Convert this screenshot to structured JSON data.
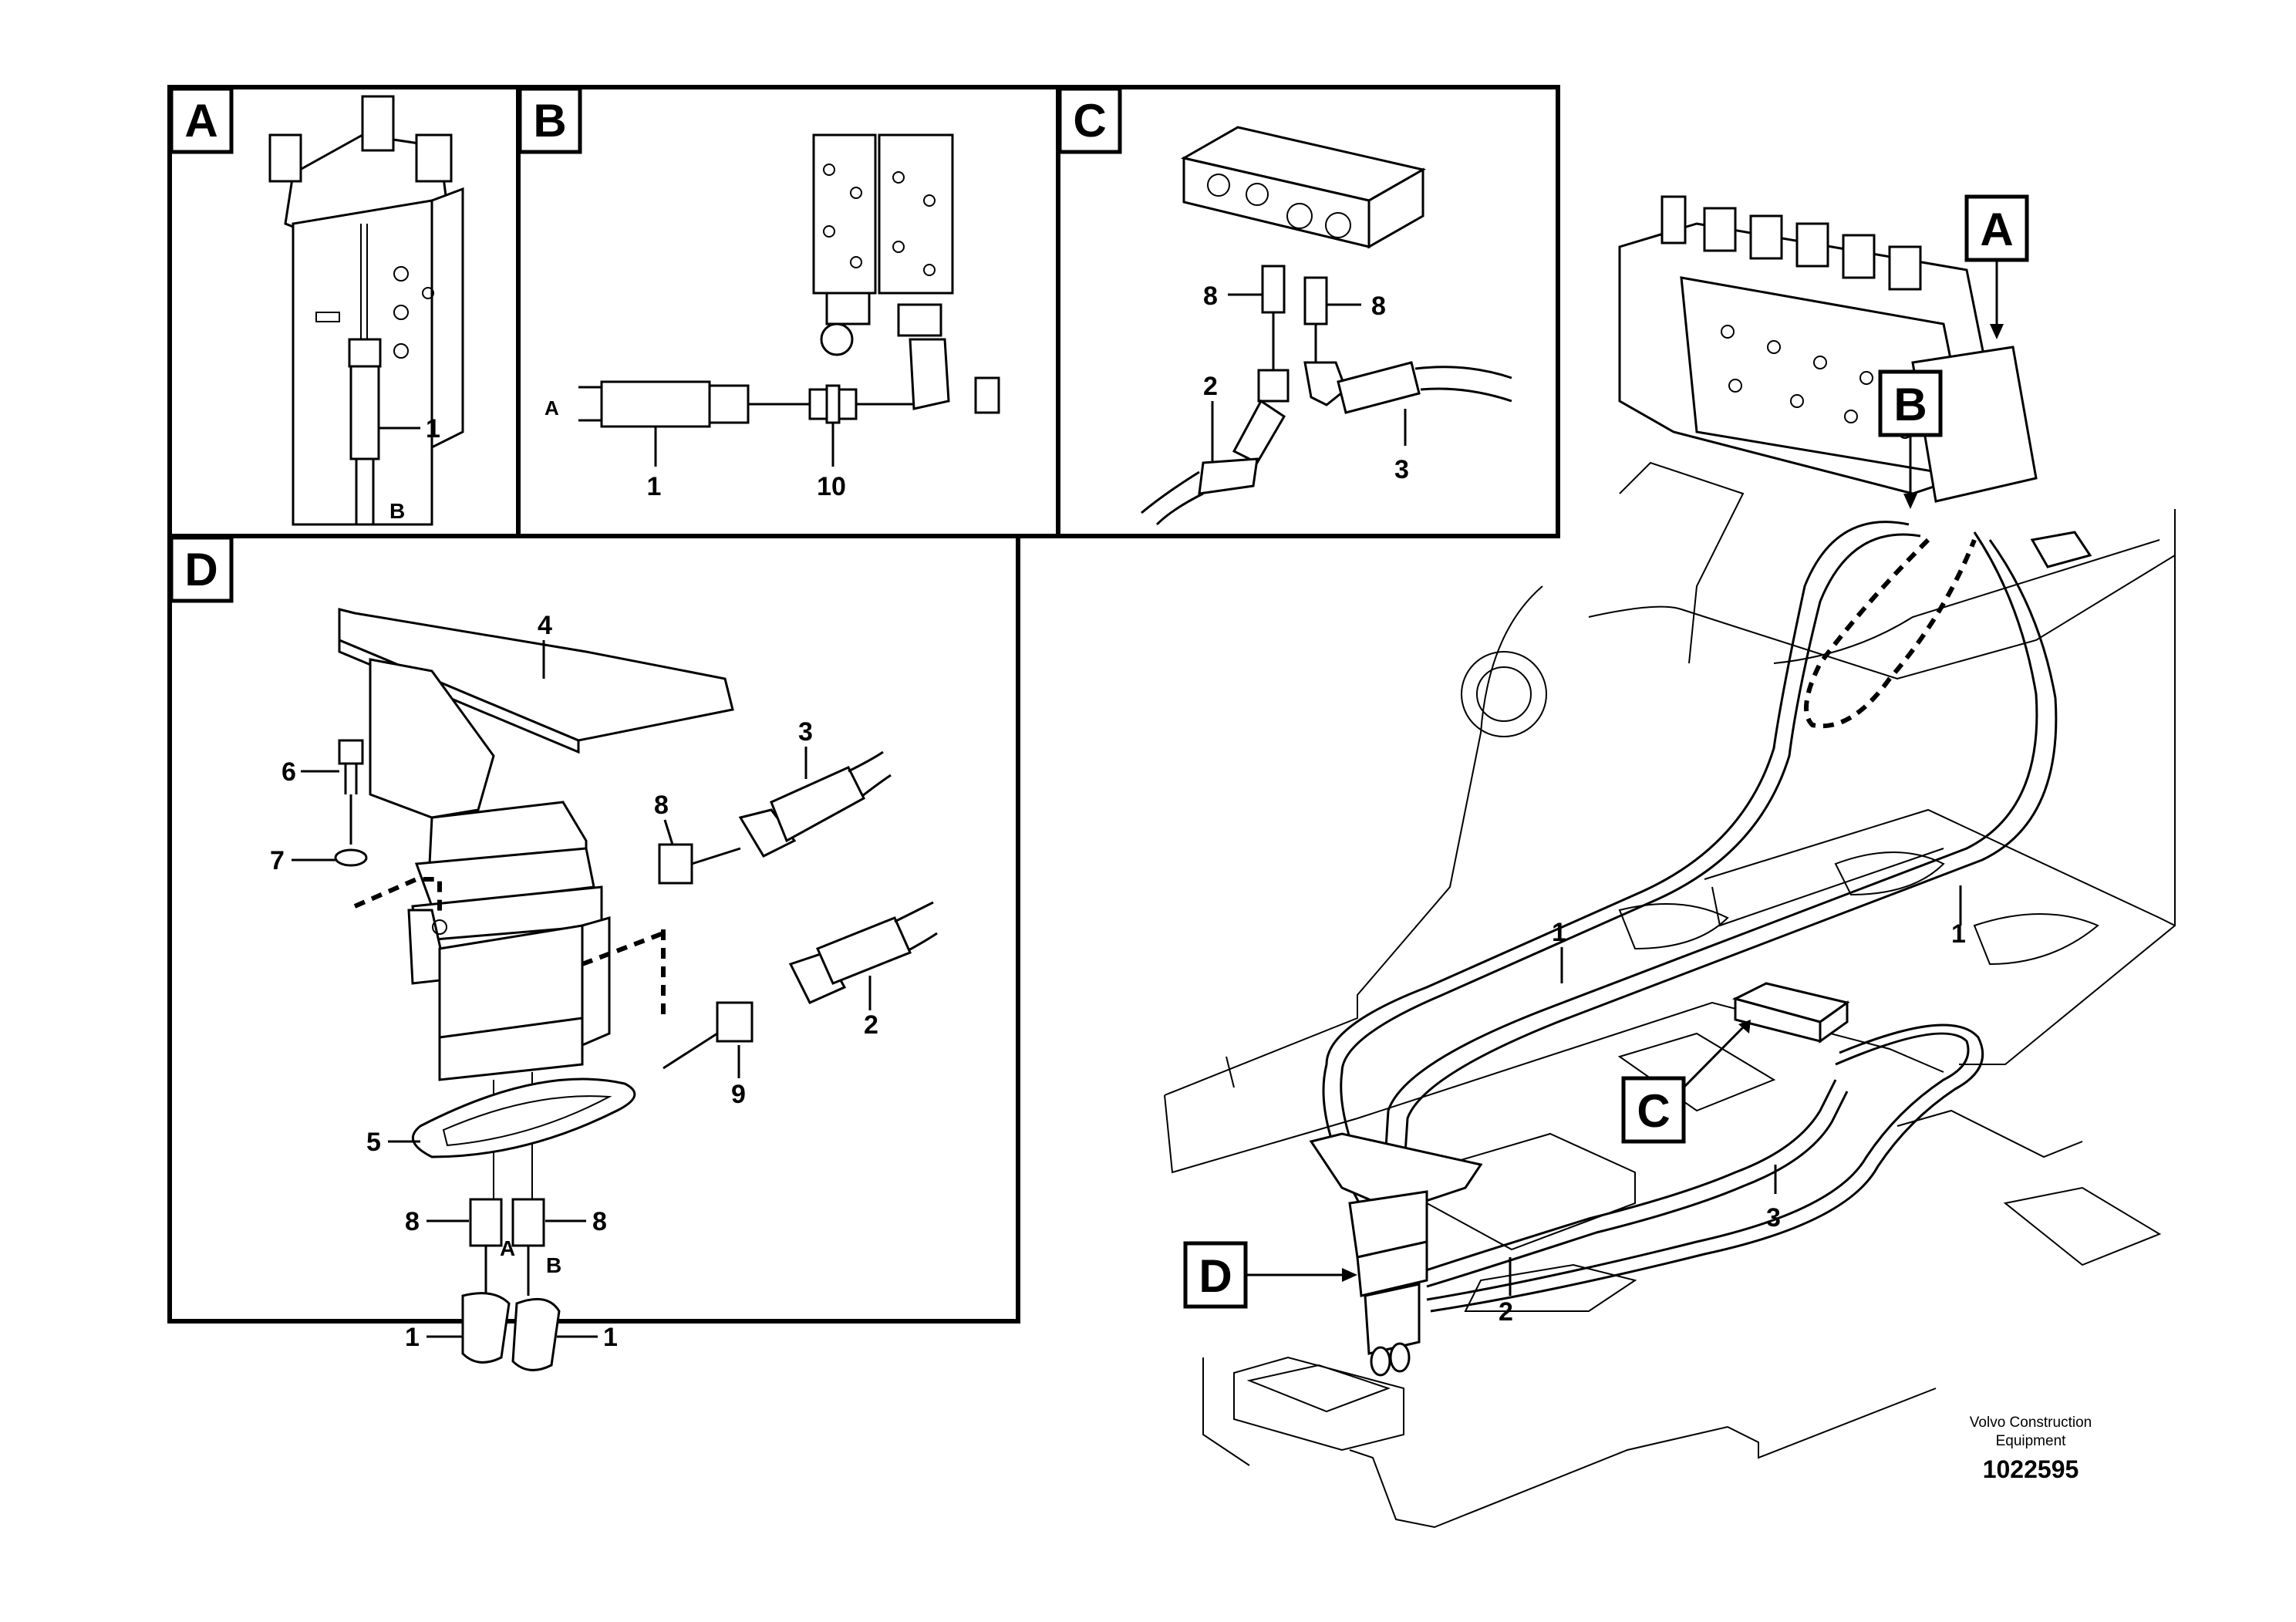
{
  "panels": {
    "A": {
      "letter": "A",
      "callouts": {
        "part1": "1",
        "portB": "B"
      }
    },
    "B": {
      "letter": "B",
      "callouts": {
        "portA": "A",
        "part1": "1",
        "part10": "10"
      }
    },
    "C": {
      "letter": "C",
      "callouts": {
        "part8_left": "8",
        "part8_right": "8",
        "part2": "2",
        "part3": "3"
      }
    },
    "D": {
      "letter": "D",
      "callouts": {
        "part4": "4",
        "part3": "3",
        "part6": "6",
        "part8_top": "8",
        "part7": "7",
        "part2": "2",
        "part9": "9",
        "part5": "5",
        "part8_left": "8",
        "part8_right": "8",
        "portA": "A",
        "portB": "B",
        "part1_left": "1",
        "part1_right": "1"
      }
    }
  },
  "overview": {
    "labels": {
      "A": "A",
      "B": "B",
      "C": "C",
      "D": "D"
    },
    "callouts": {
      "hose1_left": "1",
      "hose1_right": "1",
      "hose2": "2",
      "hose3": "3"
    }
  },
  "footer": {
    "credit_line1": "Volvo Construction",
    "credit_line2": "Equipment",
    "drawing_number": "1022595"
  }
}
